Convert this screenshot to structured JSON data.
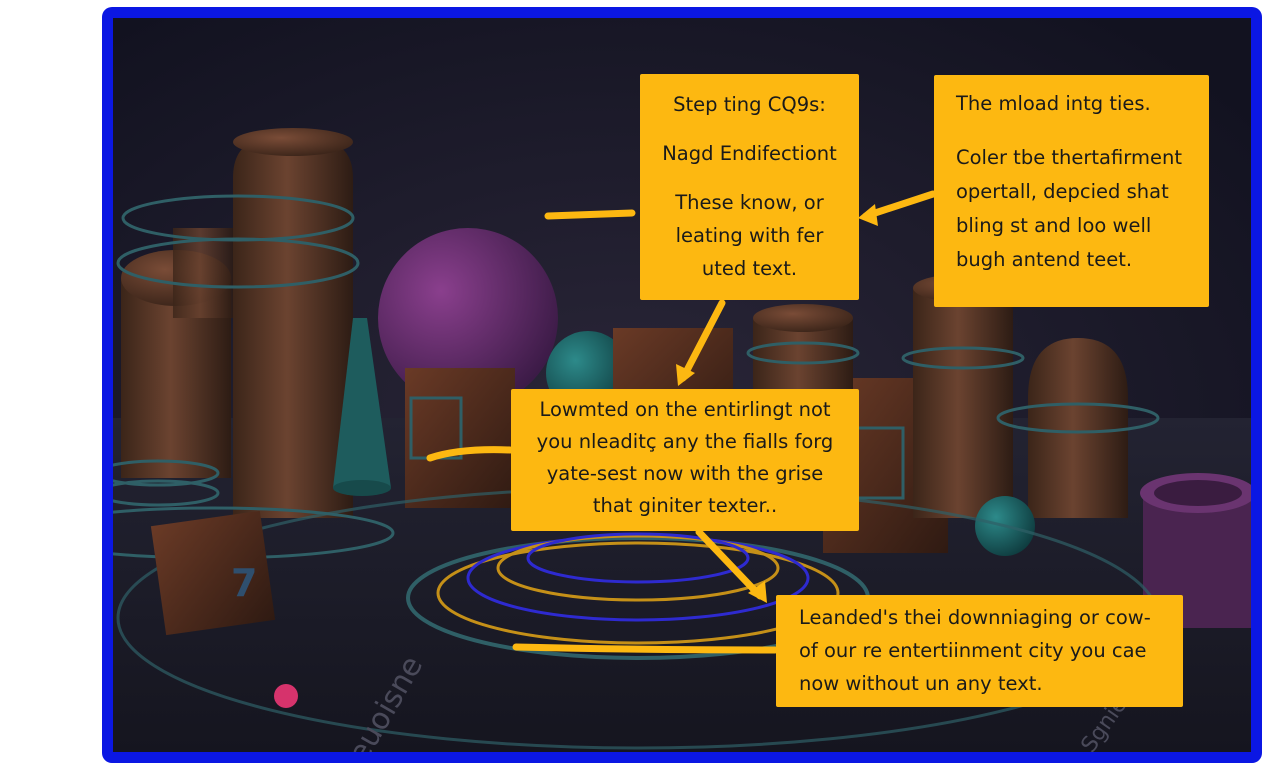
{
  "frame_color": "#0b17e3",
  "note_color": "#fdb811",
  "notes": {
    "top_center": {
      "lines": [
        "Step ting CQ9s:",
        "Nagd Endifectiont",
        "These know, or",
        "leating with fer",
        "uted text."
      ]
    },
    "top_right": {
      "lines": [
        "The mload intg ties.",
        "Coler tbe thertafirment",
        "opertall, depcied shat",
        "bling st and loo well",
        "bugh antend teet."
      ]
    },
    "middle": {
      "lines": [
        "Lowmted on the entirlingt not",
        "you nleaditç any the fialls forg",
        "yate-sest now with the grise",
        "that giniter texter.."
      ]
    },
    "bottom_right": {
      "lines": [
        "Leanded's thei downniaging or cow-",
        "of our re entertiinment city you cae",
        "now without un any text."
      ]
    }
  },
  "scene_marks": {
    "cube_digit": "7",
    "floor_text_left": "euoisne",
    "floor_text_right": "Sgnie"
  }
}
